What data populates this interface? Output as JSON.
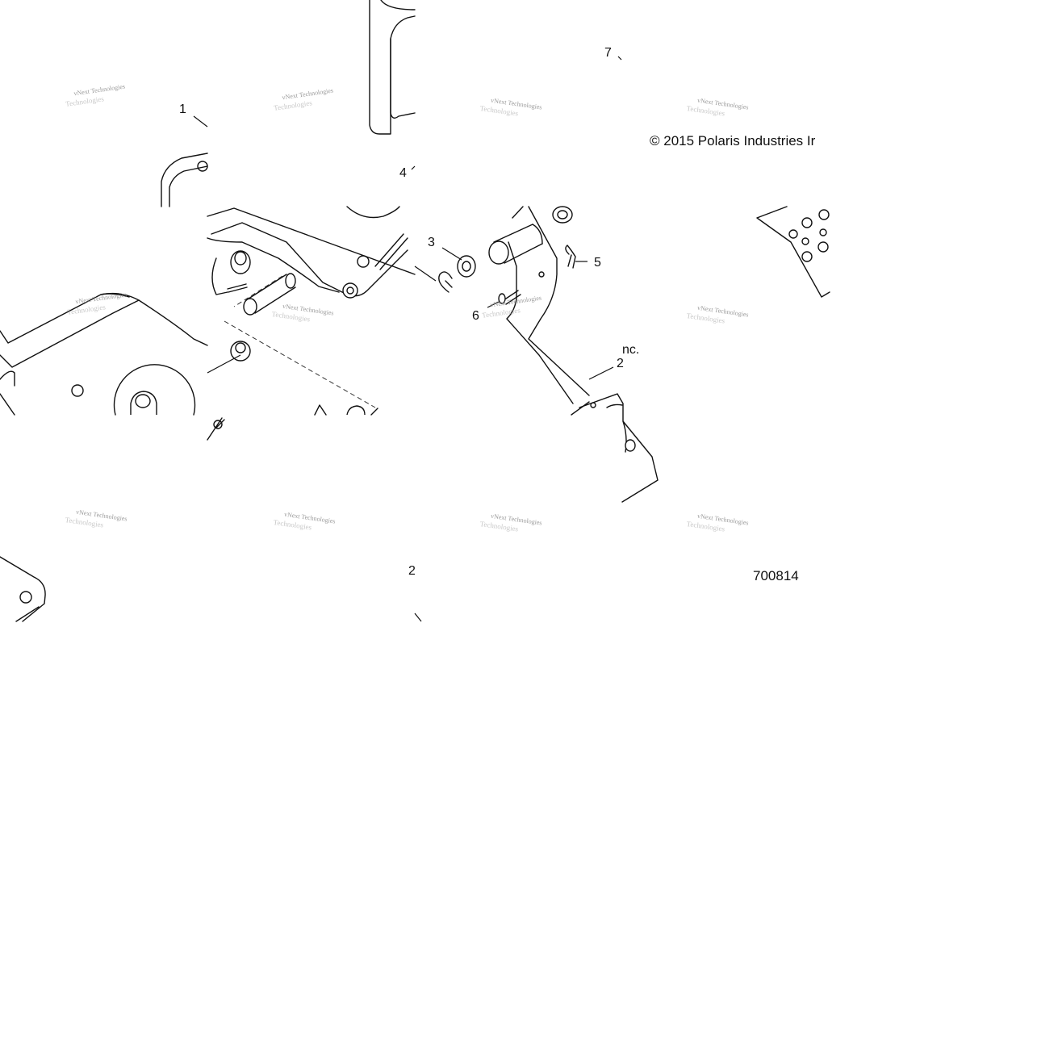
{
  "callouts": {
    "c1": "1",
    "c2": "2",
    "c3": "3",
    "c4": "4",
    "c5": "5",
    "c6": "6",
    "c7": "7",
    "c2b": "2"
  },
  "copyright": "© 2015 Polaris Industries Ir",
  "copyright_fragment": "nc.",
  "figure_number": "700814",
  "watermark": {
    "line1": "vNext Technologies",
    "line2": "Technologies"
  }
}
